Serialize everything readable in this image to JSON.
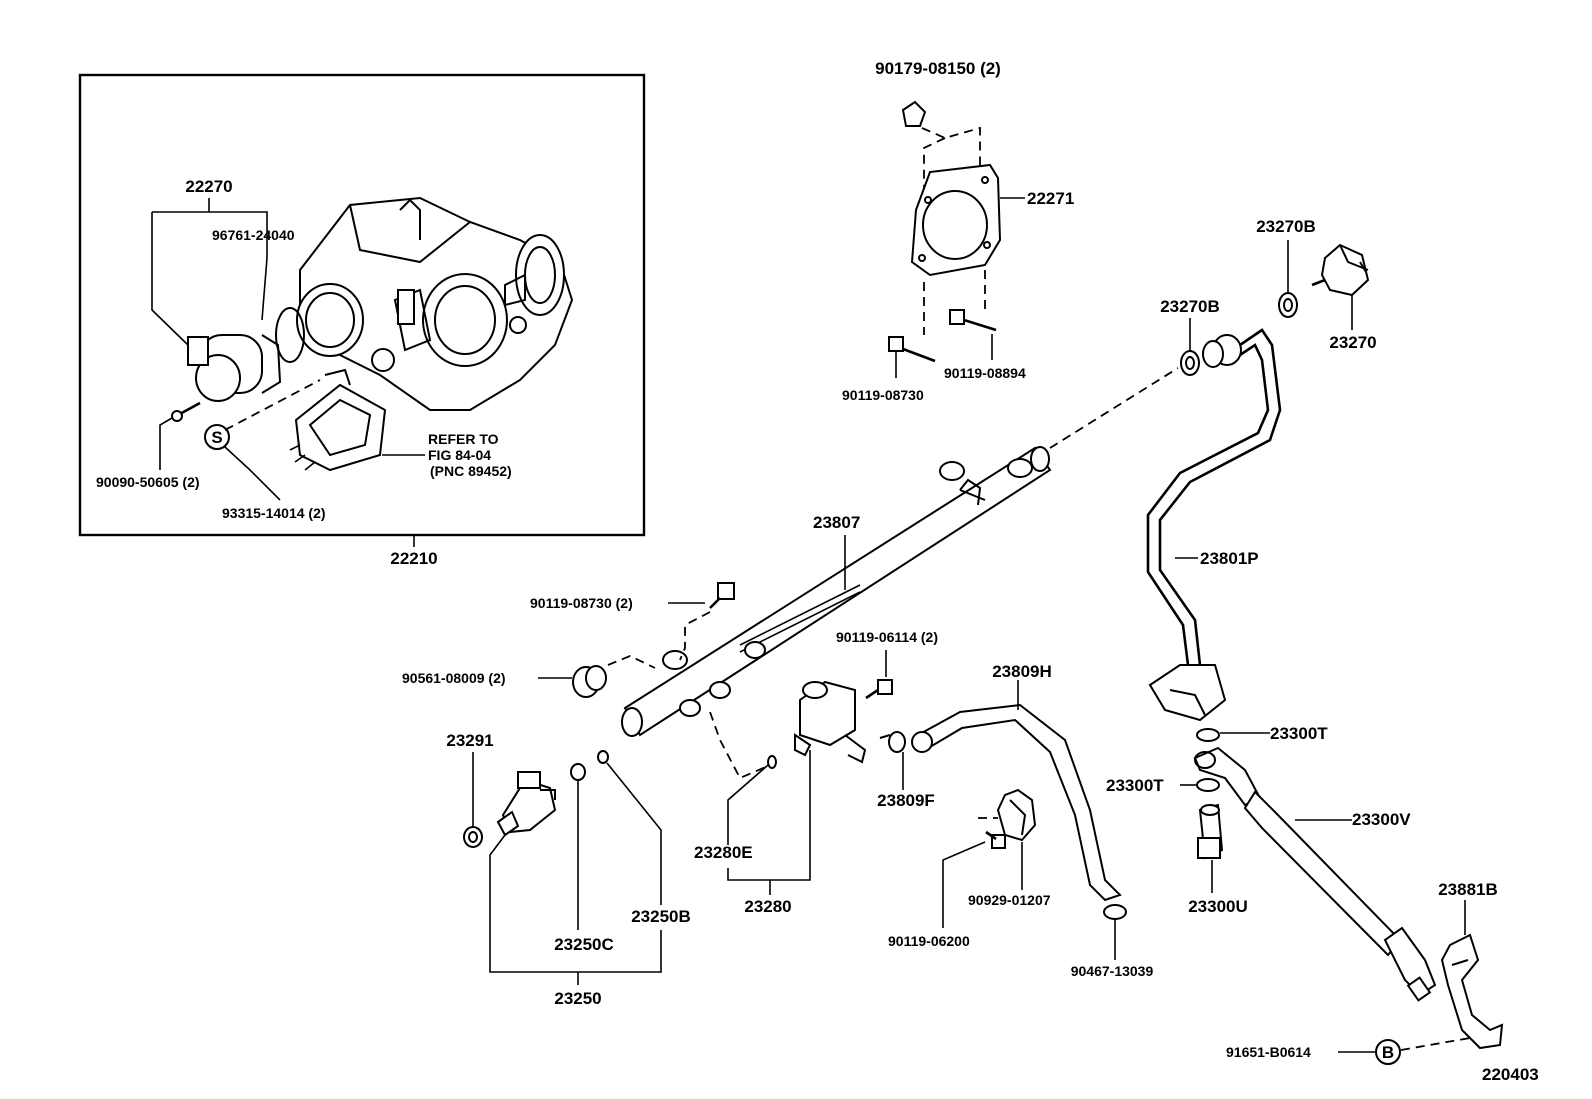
{
  "figure_id": "220403",
  "callouts": {
    "throttle_assembly": "22210",
    "throttle_sensor": "22270",
    "o_ring_sensor": "96761-24040",
    "screw_sensor": "90090-50605 (2)",
    "screw_s": "93315-14014 (2)",
    "s_symbol": "S",
    "refer_line1": "REFER TO",
    "refer_line2": "FIG 84-04",
    "refer_line3": "(PNC 89452)",
    "stud_top": "90179-08150 (2)",
    "gasket": "22271",
    "bolt_a": "90119-08730",
    "bolt_b": "90119-08894",
    "gasket_b_upper": "23270B",
    "gasket_b_lower": "23270B",
    "plug": "23270",
    "delivery_pipe": "23807",
    "fuel_pipe": "23801P",
    "bolt_pipe": "90119-08730 (2)",
    "spacer": "90561-08009 (2)",
    "bolt_regulator": "90119-06114 (2)",
    "hose": "23809H",
    "clip_hose": "23809F",
    "insulator": "23291",
    "o_ring_regulator": "23280E",
    "regulator": "23280",
    "grommet": "23250C",
    "o_ring_injector": "23250B",
    "injector": "23250",
    "clamp": "90929-01207",
    "bolt_clamp": "90119-06200",
    "hose_clip": "90467-13039",
    "gasket_t_upper": "23300T",
    "gasket_t_lower": "23300T",
    "union_bolt": "23300U",
    "filter_hose": "23300V",
    "bracket": "23881B",
    "bolt_bracket": "91651-B0614",
    "b_symbol": "B"
  }
}
